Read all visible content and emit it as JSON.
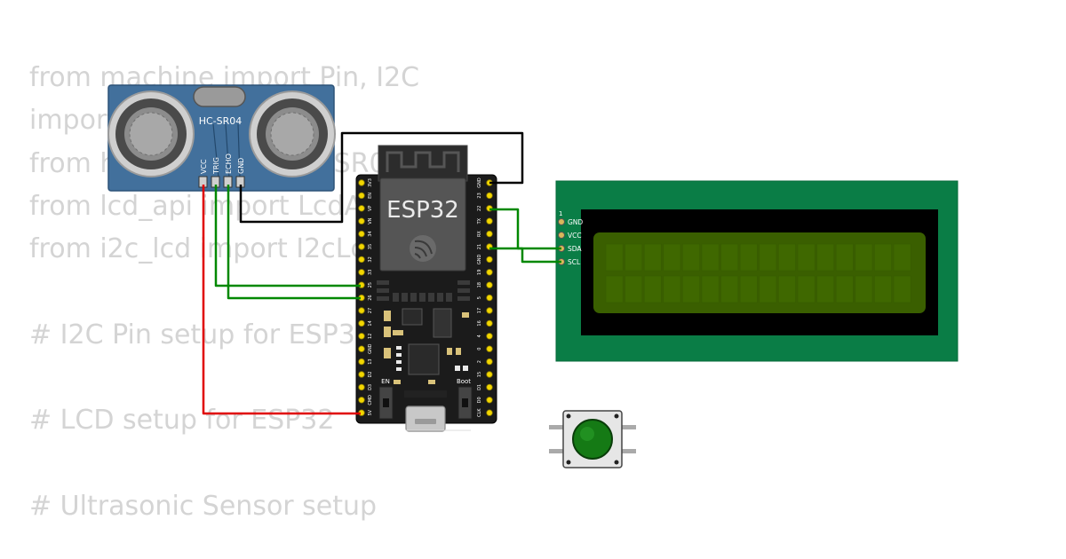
{
  "code_lines": [
    "from machine import Pin, I2C",
    "import utime",
    "from hcsr04 import HCSR04",
    "from lcd_api import LcdApi",
    "from i2c_lcd import I2cLcd",
    "",
    "# I2C Pin setup for ESP32",
    "",
    "# LCD setup for ESP32",
    "",
    "# Ultrasonic Sensor setup"
  ],
  "sensor": {
    "model": "HC-SR04",
    "pins": [
      "VCC",
      "TRIG",
      "ECHO",
      "GND"
    ]
  },
  "board": {
    "name": "ESP32",
    "left_pins": [
      "3V3",
      "EN",
      "VP",
      "VN",
      "34",
      "35",
      "32",
      "33",
      "25",
      "26",
      "27",
      "14",
      "12",
      "GND",
      "13",
      "D2",
      "D3",
      "CMD",
      "5V"
    ],
    "right_pins": [
      "GND",
      "23",
      "22",
      "TX",
      "RX",
      "21",
      "GND",
      "19",
      "18",
      "5",
      "17",
      "16",
      "4",
      "0",
      "2",
      "15",
      "D1",
      "D0",
      "CLK"
    ],
    "en_label": "EN",
    "boot_label": "Boot"
  },
  "lcd": {
    "pin1_label": "1",
    "pins": [
      "GND",
      "VCC",
      "SDA",
      "SCL"
    ]
  },
  "colors": {
    "wire_power": "#e00000",
    "wire_signal": "#008800",
    "wire_ground": "#000000",
    "lcd_board": "#0a7d46",
    "lcd_screen": "#3a5f00",
    "sensor_board": "#42709c",
    "button_cap": "#157a15"
  }
}
